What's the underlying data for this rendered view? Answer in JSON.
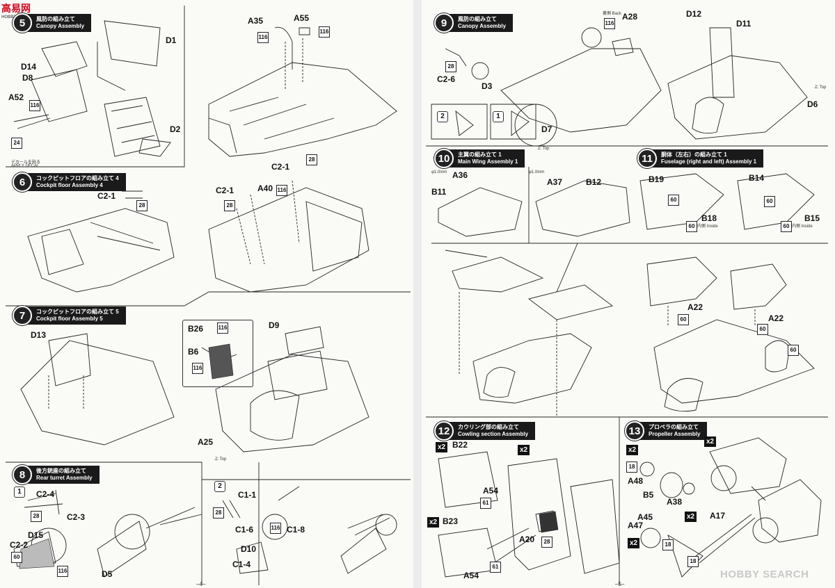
{
  "logo": {
    "main": "高易网",
    "sub": "HOBBY SEARCH"
  },
  "watermark": "HOBBY SEARCH",
  "pages": {
    "left": "–4–",
    "right": "–5–"
  },
  "steps": {
    "s5": {
      "num": "5",
      "jp": "風防の組み立て",
      "en": "Canopy Assembly"
    },
    "s6": {
      "num": "6",
      "jp": "コックピットフロアの組み立て 4",
      "en": "Cockpit floor Assembly 4"
    },
    "s7": {
      "num": "7",
      "jp": "コックピットフロアの組み立て 5",
      "en": "Cockpit floor Assembly 5"
    },
    "s8": {
      "num": "8",
      "jp": "後方銃座の組み立て",
      "en": "Rear turret Assembly"
    },
    "s9": {
      "num": "9",
      "jp": "風防の組み立て",
      "en": "Canopy Assembly"
    },
    "s10": {
      "num": "10",
      "jp": "主翼の組み立て 1",
      "en": "Main Wing Assembly 1"
    },
    "s11": {
      "num": "11",
      "jp": "胴体（左右）の組み立て 1",
      "en": "Fuselage (right and left) Assembly 1"
    },
    "s12": {
      "num": "12",
      "jp": "カウリング部の組み立て",
      "en": "Cowling section Assembly"
    },
    "s13": {
      "num": "13",
      "jp": "プロペラの組み立て",
      "en": "Propeller Assembly"
    }
  },
  "labels": {
    "D1": "D1",
    "D2": "D2",
    "D14": "D14",
    "D8": "D8",
    "A52": "A52",
    "A35": "A35",
    "A55": "A55",
    "C21a": "C2-1",
    "C21b": "C2-1",
    "C21c": "C2-1",
    "A40": "A40",
    "D13": "D13",
    "B26": "B26",
    "B6": "B6",
    "D9": "D9",
    "A25": "A25",
    "C24": "C2-4",
    "C23": "C2-3",
    "C22": "C2-2",
    "D15": "D15",
    "D5": "D5",
    "C11": "C1-1",
    "C16": "C1-6",
    "C18": "C1-8",
    "D10": "D10",
    "C14": "C1-4",
    "A28": "A28",
    "D12": "D12",
    "D11": "D11",
    "C26": "C2-6",
    "D3": "D3",
    "D7": "D7",
    "D6": "D6",
    "A36": "A36",
    "B11": "B11",
    "A37": "A37",
    "B12": "B12",
    "B19": "B19",
    "B18": "B18",
    "B14": "B14",
    "B15": "B15",
    "A22a": "A22",
    "A22b": "A22",
    "B22": "B22",
    "A54a": "A54",
    "B23": "B23",
    "A54b": "A54",
    "A20": "A20",
    "A48": "A48",
    "B5": "B5",
    "A38": "A38",
    "A45": "A45",
    "A47": "A47",
    "A17": "A17"
  },
  "tags": {
    "t116": "116",
    "t24": "24",
    "t28": "28",
    "t60": "60",
    "t61": "61",
    "t18": "18"
  },
  "notes": {
    "decal": "デカールを貼る",
    "apply_decal": "APPLY DECAL",
    "top": "上 Top",
    "back": "裏側 Back",
    "inside": "内側 Inside",
    "dia10": "φ1.0mm"
  },
  "multipliers": {
    "x2": "x2"
  },
  "sub_options": {
    "opt2": "2",
    "opt1": "1"
  }
}
